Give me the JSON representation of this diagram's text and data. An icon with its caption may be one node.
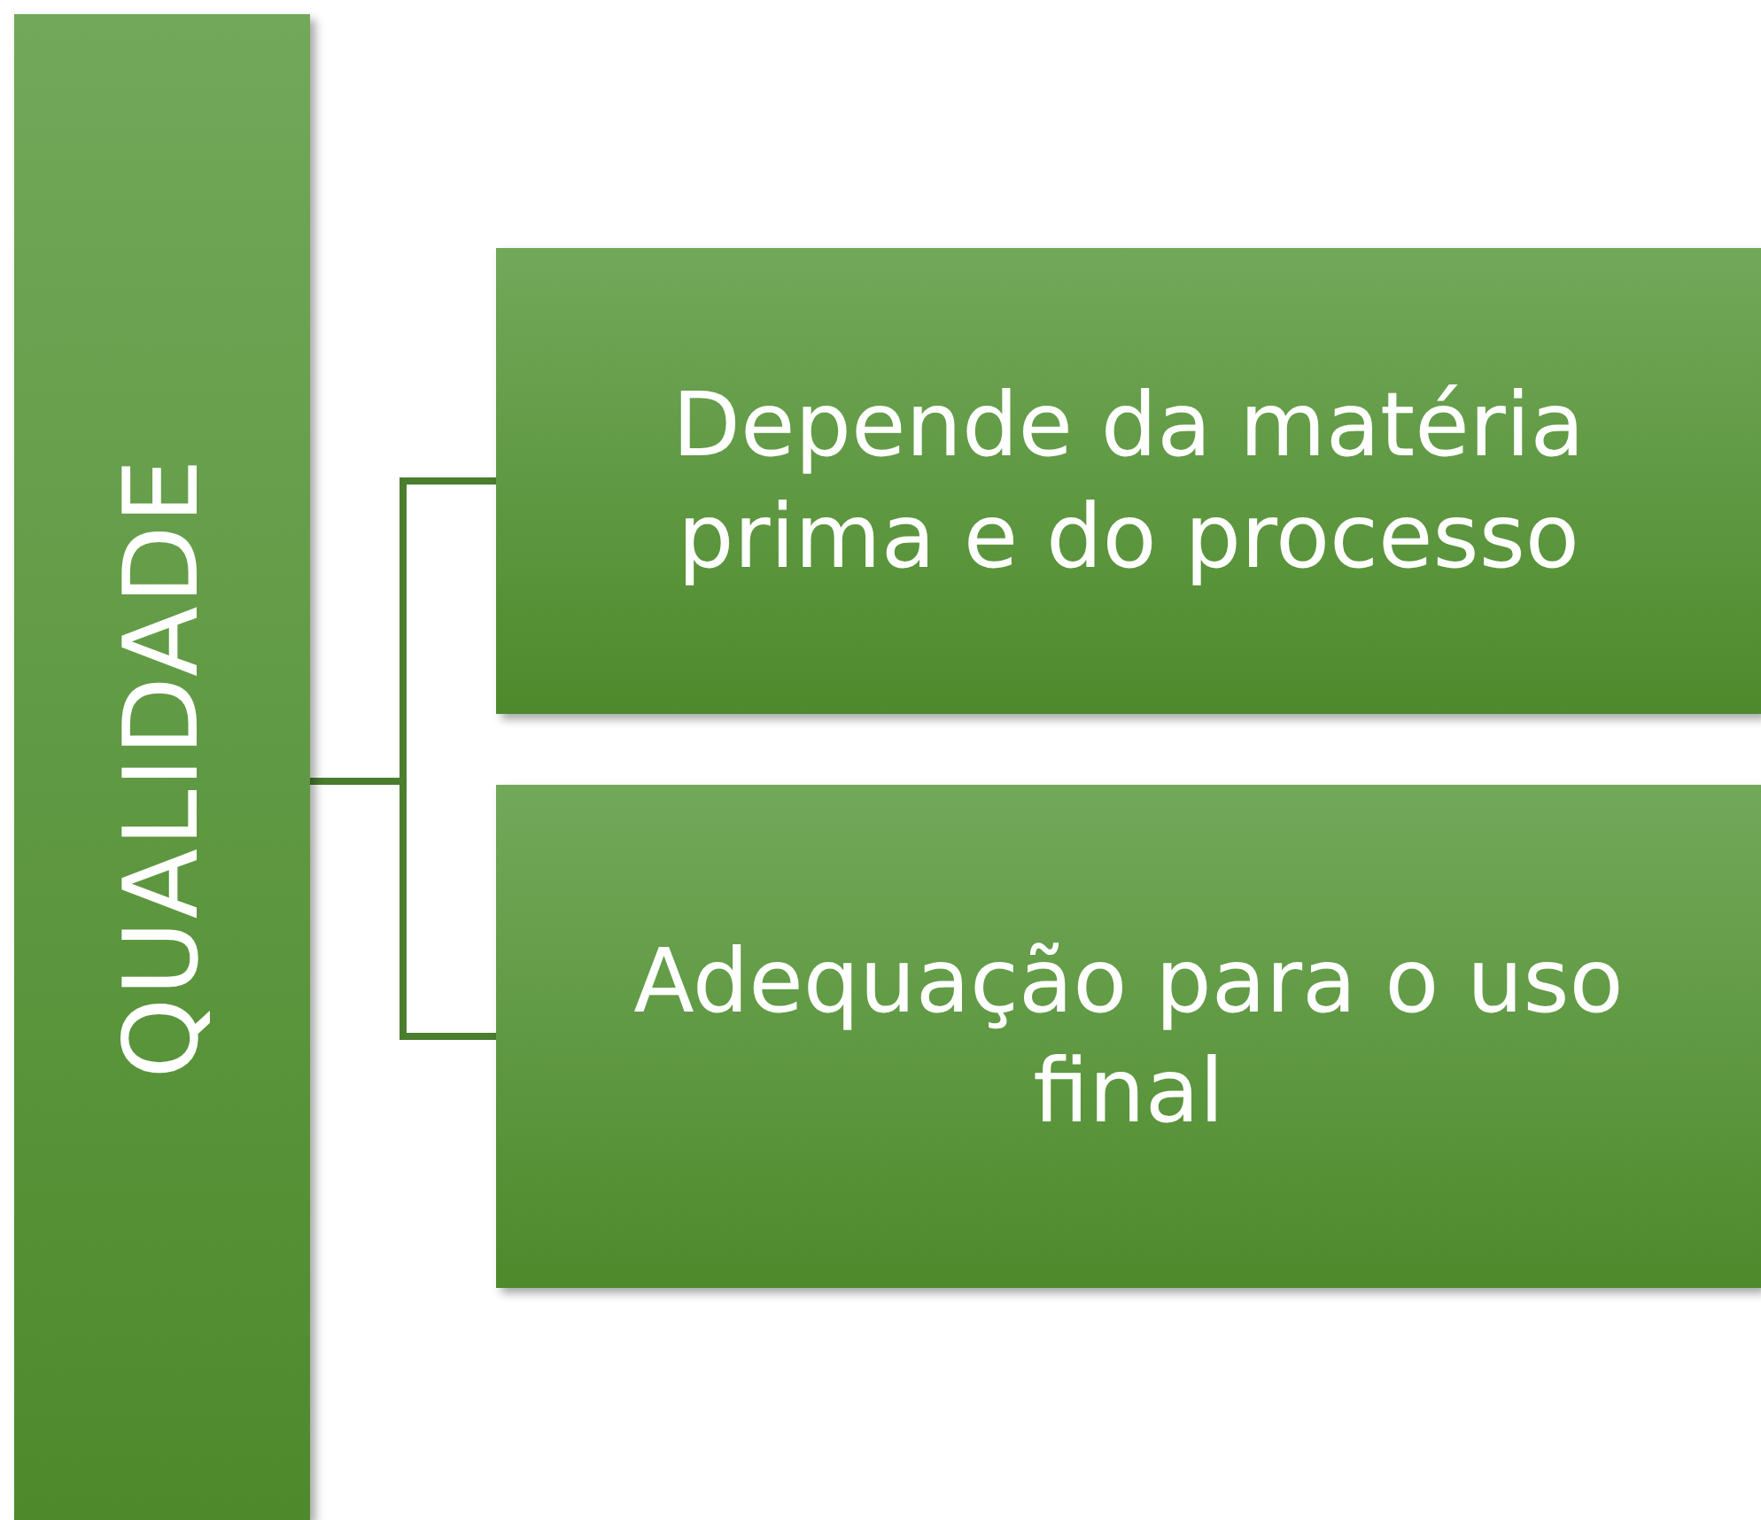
{
  "diagram": {
    "nodes": [
      {
        "text": [
          "QUALIDADE"
        ]
      },
      {
        "text": [
          "Depende da matéria prima e do processo"
        ]
      },
      {
        "text": [
          "Adequação para o uso final"
        ]
      }
    ],
    "edges": [
      {
        "from": 0,
        "to": 1,
        "arrow": "none"
      },
      {
        "from": 0,
        "to": 2,
        "arrow": "none"
      }
    ]
  }
}
